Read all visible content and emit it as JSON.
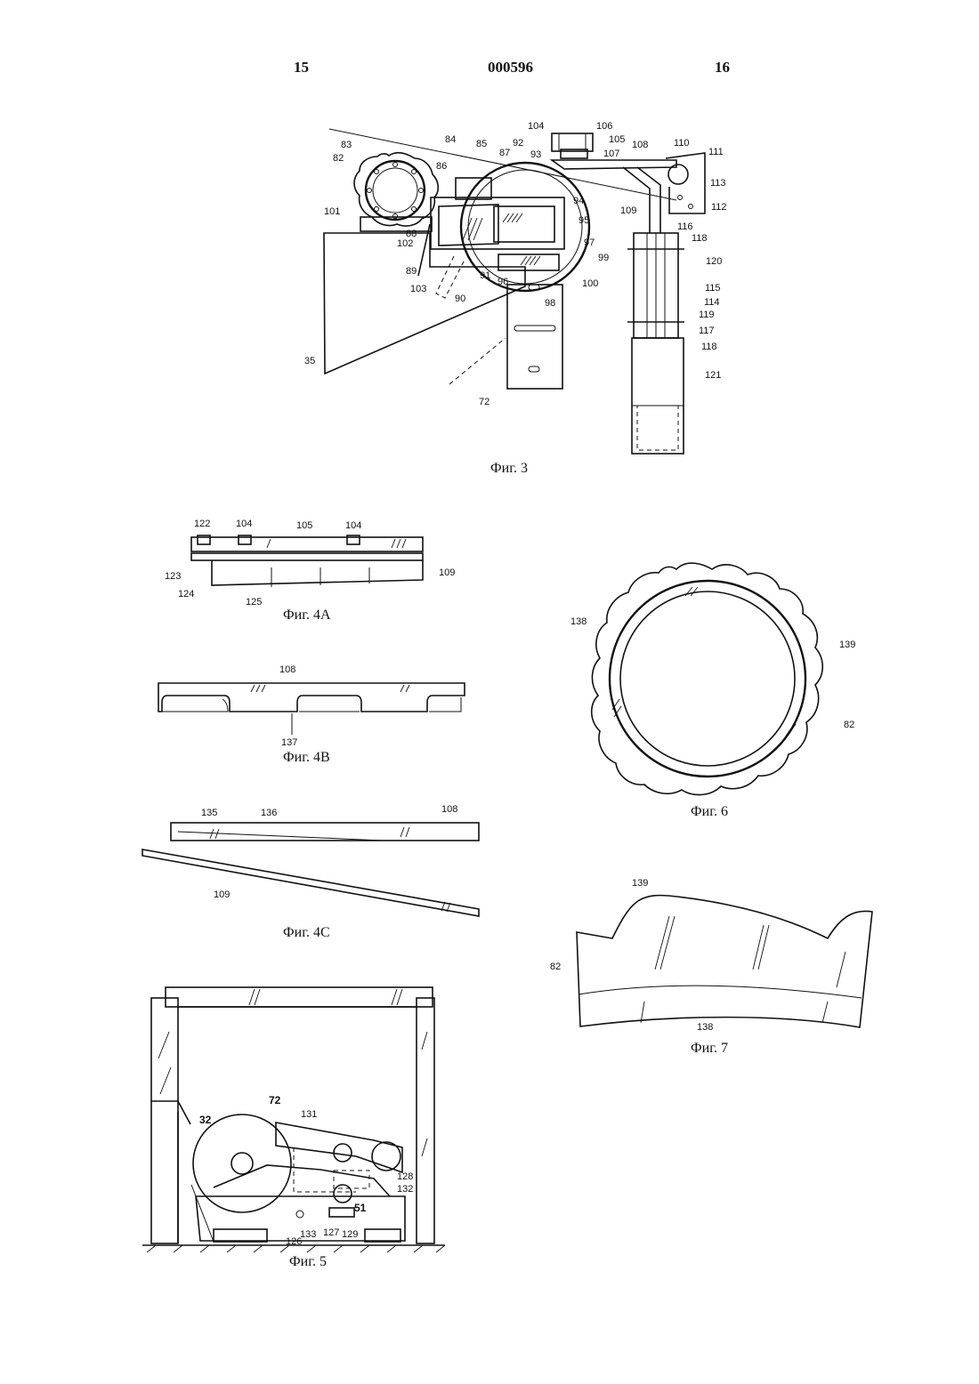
{
  "header": {
    "left": "15",
    "center": "000596",
    "right": "16"
  },
  "captions": {
    "fig3": "Фиг. 3",
    "fig4a": "Фиг. 4A",
    "fig4b": "Фиг. 4B",
    "fig4c": "Фиг. 4C",
    "fig5": "Фиг. 5",
    "fig6": "Фиг. 6",
    "fig7": "Фиг. 7"
  },
  "fig3_labels": {
    "l35": "35",
    "l72": "72",
    "l82": "82",
    "l83": "83",
    "l84": "84",
    "l85": "85",
    "l86": "86",
    "l87": "87",
    "l88": "88",
    "l89": "89",
    "l90": "90",
    "l91": "91",
    "l92": "92",
    "l93": "93",
    "l94": "94",
    "l95": "95",
    "l96": "96",
    "l97": "97",
    "l98": "98",
    "l99": "99",
    "l100": "100",
    "l101": "101",
    "l102": "102",
    "l103": "103",
    "l104": "104",
    "l105": "105",
    "l106": "106",
    "l107": "107",
    "l108": "108",
    "l109": "109",
    "l110": "110",
    "l111": "111",
    "l112": "112",
    "l113": "113",
    "l114": "114",
    "l115": "115",
    "l116": "116",
    "l117": "117",
    "l118a": "118",
    "l118b": "118",
    "l119": "119",
    "l120": "120",
    "l121": "121"
  },
  "fig4a_labels": {
    "l122": "122",
    "l104a": "104",
    "l105": "105",
    "l104b": "104",
    "l123": "123",
    "l124": "124",
    "l125": "125",
    "l109": "109"
  },
  "fig4b_labels": {
    "l108": "108",
    "l137": "137"
  },
  "fig4c_labels": {
    "l135": "135",
    "l136": "136",
    "l108": "108",
    "l109": "109"
  },
  "fig5_labels": {
    "l72": "72",
    "l32": "32",
    "l131": "131",
    "l128": "128",
    "l132": "132",
    "l51": "51",
    "l126": "126",
    "l133": "133",
    "l127": "127",
    "l129": "129"
  },
  "fig6_labels": {
    "l138": "138",
    "l139": "139",
    "l82": "82"
  },
  "fig7_labels": {
    "l139": "139",
    "l82": "82",
    "l138": "138"
  }
}
